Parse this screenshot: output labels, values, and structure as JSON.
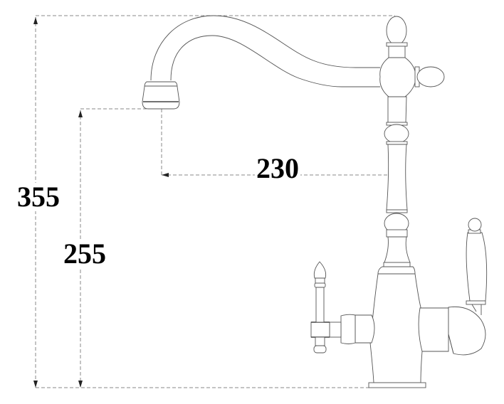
{
  "drawing": {
    "subject": "kitchen faucet dimension drawing",
    "dimensions": {
      "total_height": {
        "value": "355",
        "orientation": "vertical"
      },
      "spout_height": {
        "value": "255",
        "orientation": "vertical"
      },
      "spout_reach": {
        "value": "230",
        "orientation": "horizontal"
      }
    },
    "colors": {
      "outline": "#555555",
      "dimension_line": "#888888",
      "label": "#000000",
      "background": "#ffffff"
    }
  }
}
